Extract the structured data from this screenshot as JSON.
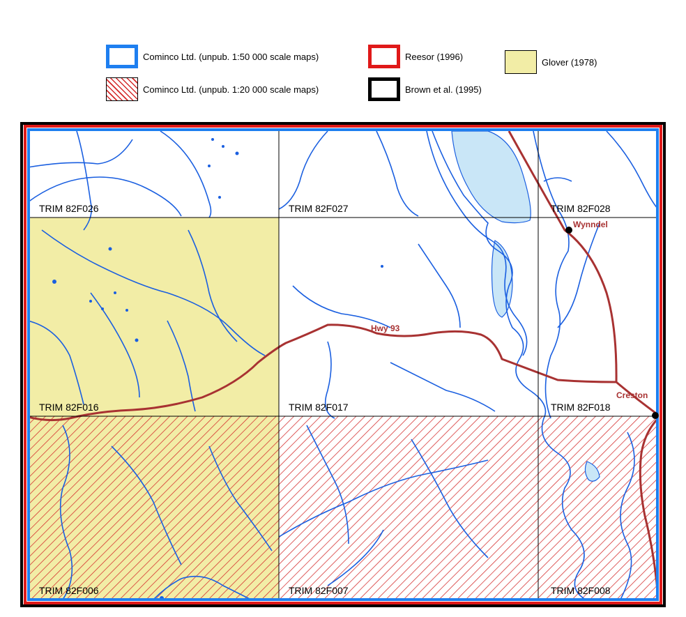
{
  "legend": {
    "items": [
      {
        "id": "cominco50",
        "label": "Cominco Ltd. (unpub. 1:50 000 scale maps)",
        "style": "outline",
        "color": "#1e7ff0"
      },
      {
        "id": "reesor",
        "label": "Reesor (1996)",
        "style": "outline",
        "color": "#e01919"
      },
      {
        "id": "glover",
        "label": "Glover (1978)",
        "style": "fill",
        "color": "#f2eda6"
      },
      {
        "id": "cominco20",
        "label": "Cominco Ltd. (unpub. 1:20 000 scale maps)",
        "style": "hatch",
        "color": "#d42a2a"
      },
      {
        "id": "brown",
        "label": "Brown et al. (1995)",
        "style": "outline",
        "color": "#000000"
      }
    ]
  },
  "map": {
    "tiles": [
      "TRIM 82F026",
      "TRIM 82F027",
      "TRIM 82F028",
      "TRIM 82F016",
      "TRIM 82F017",
      "TRIM 82F018",
      "TRIM 82F006",
      "TRIM 82F007",
      "TRIM 82F008"
    ],
    "places": [
      {
        "name": "Wynndel"
      },
      {
        "name": "Creston"
      }
    ],
    "road_label": "Hwy 93",
    "colors": {
      "water": "#1a5fe0",
      "lake": "#c9e6f7",
      "road": "#a83232",
      "place": "#a83232"
    }
  }
}
